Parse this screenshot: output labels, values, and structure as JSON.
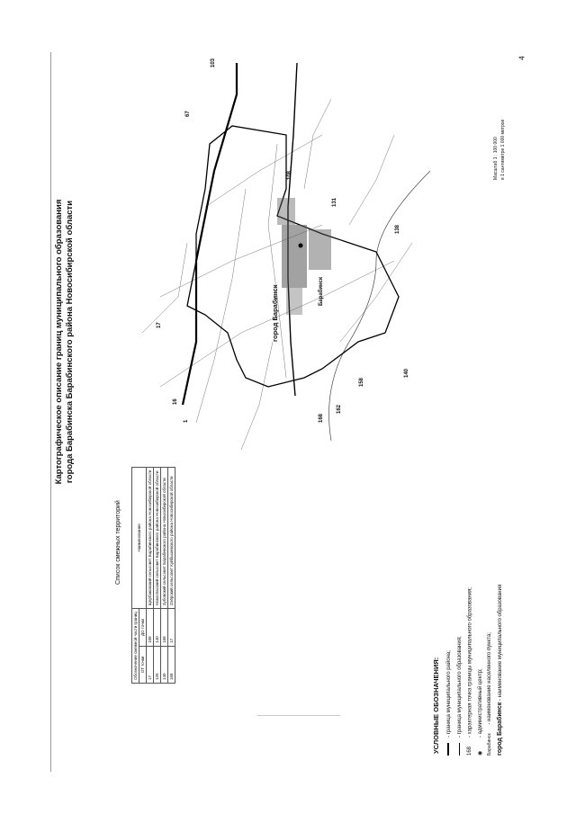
{
  "page_number": "4",
  "title_line1": "Картографическое описание границ муниципального образования",
  "title_line2": "города Барабинска Барабинского района Новосибирской области",
  "legend": {
    "heading": "УСЛОВНЫЕ ОБОЗНАЧЕНИЯ:",
    "items": [
      {
        "symbol": "",
        "text": "- граница муниципального района;"
      },
      {
        "symbol": "",
        "text": "- граница муниципального образования;"
      },
      {
        "symbol": "168",
        "text": "- характерная точка границы муниципального образования;"
      },
      {
        "symbol": "",
        "text": "- административный центр;"
      },
      {
        "symbol": "Барабинск",
        "text": "- наименование населенного пункта;"
      },
      {
        "symbol": "город Барабинск",
        "text": "- наименование муниципального образования"
      }
    ]
  },
  "adjacent_table": {
    "title": "Список смежных территорий",
    "col_group": "Обозначение смежной части границ",
    "col_from": "ОТ точки",
    "col_to": "ДО точки",
    "col_name": "Наименование",
    "rows": [
      {
        "from": "17",
        "to": "108",
        "name": "Щербаковский сельсовет Барабинского района Новосибирской области"
      },
      {
        "from": "120",
        "to": "140",
        "name": "Новоспасский сельсовет Барабинского района Новосибирской области"
      },
      {
        "from": "140",
        "to": "168",
        "name": "Зубовский сельсовет Барабинского района Новосибирской области"
      },
      {
        "from": "168",
        "to": "17",
        "name": "Озёрский сельсовет Куйбышевского района Новосибирской области"
      }
    ]
  },
  "map": {
    "town_label": "город Барабинск",
    "settlement_label": "Барабинск",
    "points": [
      "1",
      "16",
      "17",
      "67",
      "103",
      "108",
      "131",
      "138",
      "140",
      "158",
      "162",
      "168"
    ]
  },
  "scale": {
    "line1": "Масштаб 1 : 100 000",
    "line2": "в 1 сантиметре 1 000 метров"
  }
}
